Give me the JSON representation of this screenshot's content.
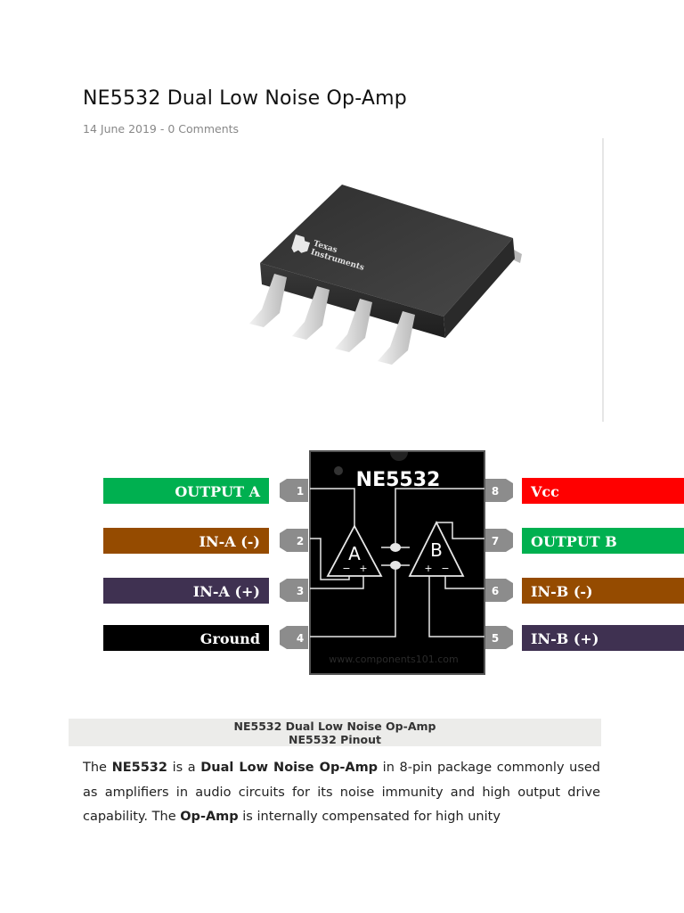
{
  "article": {
    "title": "NE5532 Dual Low Noise Op-Amp",
    "date": "14 June 2019",
    "separator": " - ",
    "comments_link": "0 Comments"
  },
  "chip_photo": {
    "logo_line1": "Texas",
    "logo_line2": "Instruments",
    "colors": {
      "body": "#3b3b3b",
      "pins": "#d4d4d4"
    }
  },
  "pinout": {
    "chip_name": "NE5532",
    "opamp_a": "A",
    "opamp_b": "B",
    "watermark": "www.components101.com",
    "pins": [
      {
        "number": "1",
        "label": "OUTPUT A",
        "color": "#00b050"
      },
      {
        "number": "2",
        "label": "IN-A (-)",
        "color": "#954b00"
      },
      {
        "number": "3",
        "label": "IN-A (+)",
        "color": "#3f3151"
      },
      {
        "number": "4",
        "label": "Ground",
        "color": "#000000"
      },
      {
        "number": "5",
        "label": "IN-B (+)",
        "color": "#3f3151"
      },
      {
        "number": "6",
        "label": "IN-B (-)",
        "color": "#954b00"
      },
      {
        "number": "7",
        "label": "OUTPUT B",
        "color": "#00b050"
      },
      {
        "number": "8",
        "label": "Vcc",
        "color": "#ff0000"
      }
    ]
  },
  "caption": {
    "line1": "NE5532 Dual Low Noise Op-Amp",
    "line2": "NE5532 Pinout"
  },
  "paragraph": {
    "t1": "The ",
    "b1": "NE5532",
    "t2": " is a ",
    "b2": "Dual Low Noise Op-Amp",
    "t3": " in 8-pin package commonly used as amplifiers in audio circuits for its noise immunity and high output drive capability. The ",
    "b3": "Op-Amp",
    "t4": " is internally compensated for high unity"
  }
}
